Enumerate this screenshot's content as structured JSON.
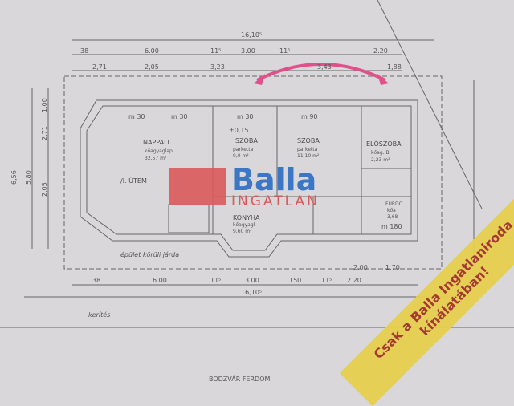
{
  "plan": {
    "stage": "/I. ÜTEM",
    "rooms": [
      {
        "name": "NAPPALI",
        "floor": "kőagyaglap",
        "area": "32,57 m²"
      },
      {
        "name": "SZOBA",
        "floor": "parketta",
        "area": "9,0 m²"
      },
      {
        "name": "SZOBA",
        "floor": "parketta",
        "area": "11,10 m²"
      },
      {
        "name": "ELŐSZOBA",
        "floor": "kőag. B.",
        "area": "2,23 m²"
      },
      {
        "name": "KONYHA",
        "floor": "kőagyagl",
        "area": "9,60 m²"
      },
      {
        "name": "FÜRDŐ",
        "floor": "kőa",
        "area": "3,68"
      }
    ],
    "walkway": "épület körüli járda",
    "fence": "kerítés",
    "street": "BODZVÁR  FERDOM",
    "top_dims": [
      "16,10⁵",
      "38",
      "6.00",
      "11⁵",
      "3.00",
      "11⁵",
      "2.20",
      "2,71",
      "2,05",
      "3,23",
      "3,43",
      "1,88"
    ],
    "bottom_dims": [
      "38",
      "6.00",
      "11⁵",
      "3.00",
      "150",
      "11⁵",
      "2.20",
      "16,10⁵",
      "2.00",
      "1.70"
    ],
    "left_dims": [
      "6,56",
      "5,80",
      "2,71",
      "2,05",
      "1,00"
    ],
    "window_marks": [
      "m 30",
      "m 30",
      "m 30",
      "m 90",
      "m 180"
    ],
    "level": "±0,15"
  },
  "watermark": {
    "brand": "Balla",
    "sub": "INGATLAN"
  },
  "banner": {
    "line1": "Csak a Balla Ingatlaniroda",
    "line2": "kínálatában!"
  },
  "colors": {
    "arrow": "#e0508a",
    "logo_red": "#d95a5a",
    "logo_blue": "#2f6fc4",
    "banner": "#e6d04e"
  }
}
